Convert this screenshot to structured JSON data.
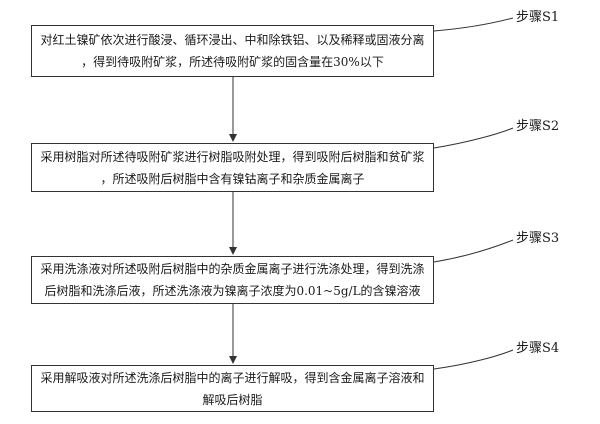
{
  "steps": [
    {
      "label": "步骤S1",
      "lines": [
        "对红土镍矿依次进行酸浸、循环浸出、中和除铁铝、以及稀释或固液分离",
        "，得到待吸附矿浆，所述待吸附矿浆的固含量在30%以下"
      ]
    },
    {
      "label": "步骤S2",
      "lines": [
        "采用树脂对所述待吸附矿浆进行树脂吸附处理，得到吸附后树脂和贫矿浆",
        "，所述吸附后树脂中含有镍钴离子和杂质金属离子"
      ]
    },
    {
      "label": "步骤S3",
      "lines": [
        "采用洗涤液对所述吸附后树脂中的杂质金属离子进行洗涤处理，得到洗涤",
        "后树脂和洗涤后液，所述洗涤液为镍离子浓度为0.01~5g/L的含镍溶液"
      ]
    },
    {
      "label": "步骤S4",
      "lines": [
        "采用解吸液对所述洗涤后树脂中的离子进行解吸，得到含金属离子溶液和",
        "解吸后树脂"
      ]
    }
  ]
}
